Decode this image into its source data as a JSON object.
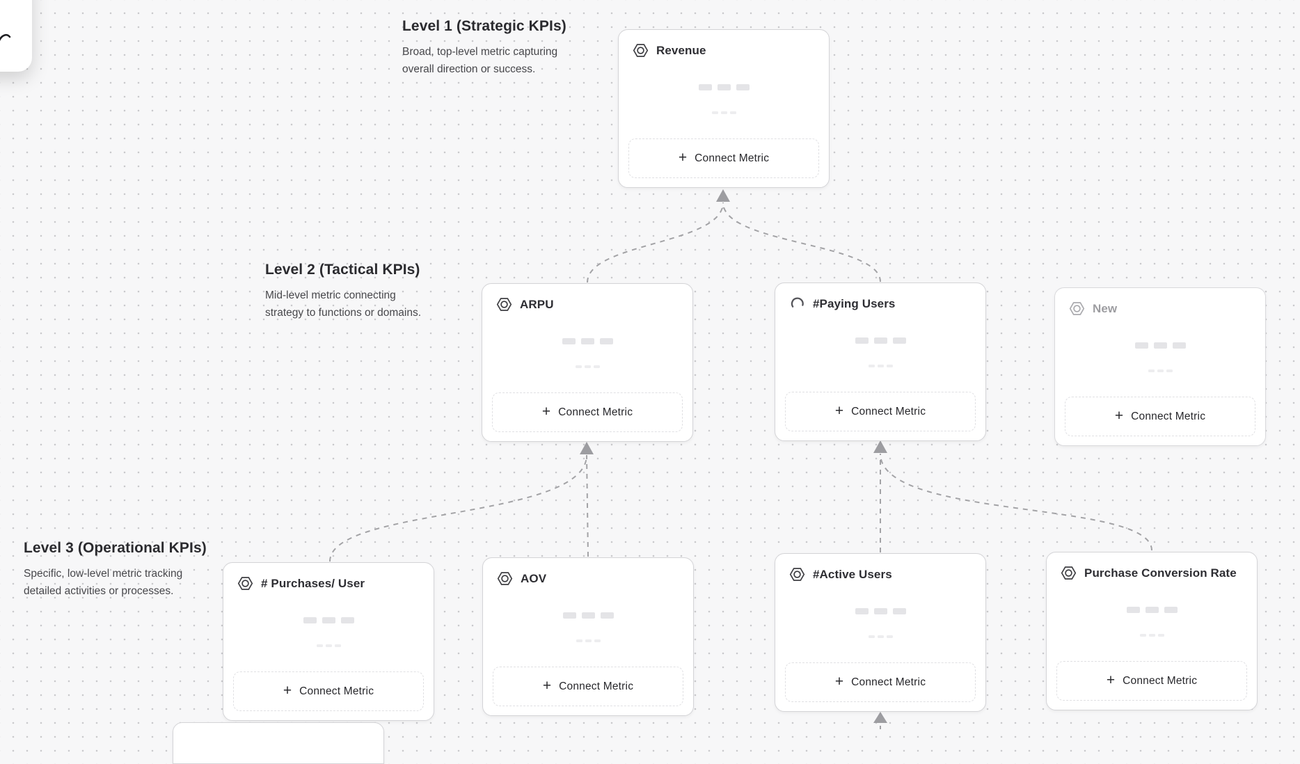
{
  "canvas": {
    "background_color": "#f7f7f8",
    "dot_grid_color": "#c9c9cc",
    "connector_color": "#a3a3a6",
    "card_border_color": "#d4d4d7",
    "accent_text_color": "#2e2e33"
  },
  "sections": [
    {
      "title": "Level 1 (Strategic KPIs)",
      "description_lines": [
        "Broad, top-level metric capturing",
        "overall direction or success."
      ]
    },
    {
      "title": "Level 2 (Tactical KPIs)",
      "description_lines": [
        "Mid-level metric connecting",
        "strategy to functions or domains."
      ]
    },
    {
      "title": "Level 3 (Operational KPIs)",
      "description_lines": [
        "Specific, low-level metric tracking",
        "detailed activities or processes."
      ]
    }
  ],
  "common": {
    "connect_metric": "Connect Metric",
    "plus": "+"
  },
  "cards": [
    {
      "id": "revenue",
      "level": 1,
      "title": "Revenue",
      "icon": "metric-hexagon-icon",
      "state": "normal"
    },
    {
      "id": "arpu",
      "level": 2,
      "title": "ARPU",
      "icon": "metric-hexagon-icon",
      "state": "normal"
    },
    {
      "id": "paying-users",
      "level": 2,
      "title": "#Paying Users",
      "icon": "loading-spinner-icon",
      "state": "loading"
    },
    {
      "id": "new",
      "level": 2,
      "title": "New",
      "icon": "metric-hexagon-icon",
      "state": "draft"
    },
    {
      "id": "purchases-per-user",
      "level": 3,
      "title": "# Purchases/ User",
      "icon": "metric-hexagon-icon",
      "state": "normal"
    },
    {
      "id": "aov",
      "level": 3,
      "title": "AOV",
      "icon": "metric-hexagon-icon",
      "state": "normal"
    },
    {
      "id": "active-users",
      "level": 3,
      "title": "#Active Users",
      "icon": "metric-hexagon-icon",
      "state": "normal"
    },
    {
      "id": "purchase-conversion-rate",
      "level": 3,
      "title": "Purchase Conversion Rate",
      "icon": "metric-hexagon-icon",
      "state": "normal"
    }
  ],
  "connections": [
    {
      "from": "arpu",
      "to": "revenue"
    },
    {
      "from": "paying-users",
      "to": "revenue"
    },
    {
      "from": "purchases-per-user",
      "to": "arpu"
    },
    {
      "from": "aov",
      "to": "arpu"
    },
    {
      "from": "active-users",
      "to": "paying-users"
    },
    {
      "from": "purchase-conversion-rate",
      "to": "paying-users"
    },
    {
      "from": "offscreen-child",
      "to": "active-users"
    }
  ]
}
